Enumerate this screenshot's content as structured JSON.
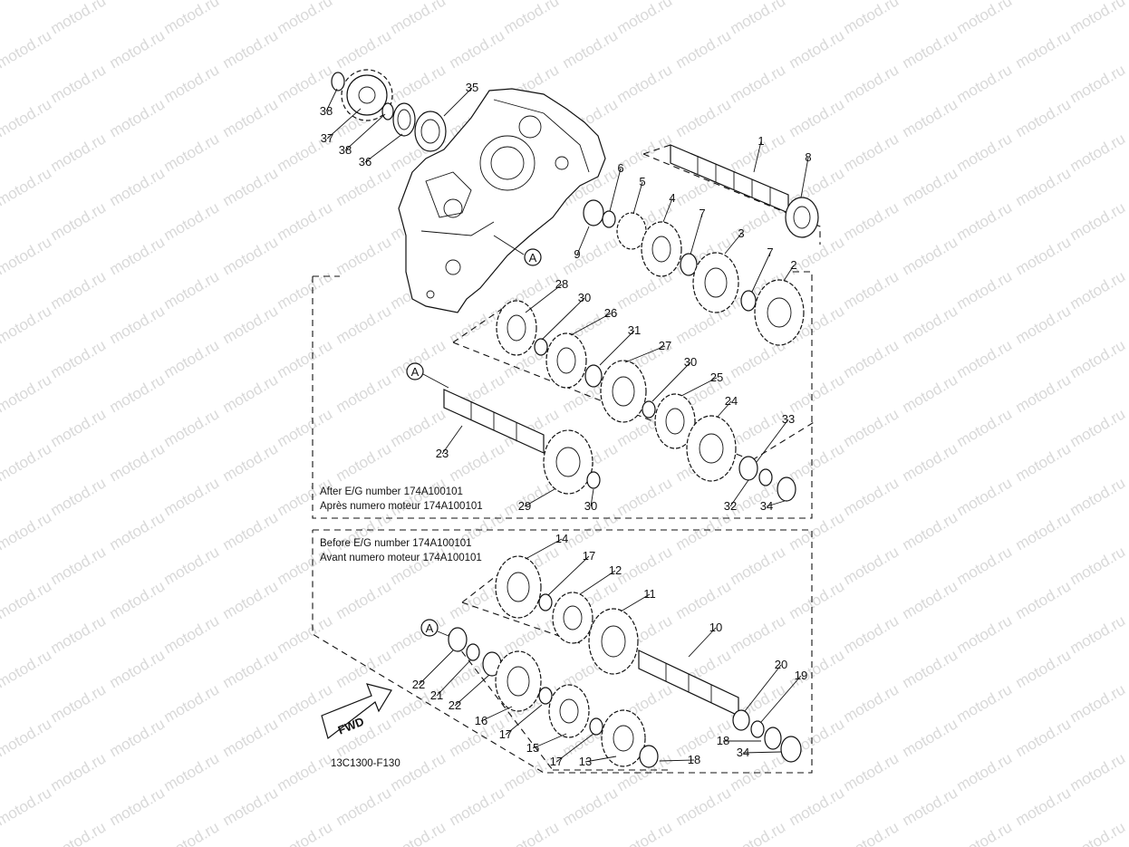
{
  "watermark": "motod.ru",
  "diagram_code": "13C1300-F130",
  "fwd_label": "FWD",
  "ref_marker": "A",
  "notes": {
    "after_en": "After E/G number 174A100101",
    "after_fr": "Après numero moteur 174A100101",
    "before_en": "Before E/G number 174A100101",
    "before_fr": "Avant numero moteur 174A100101"
  },
  "callouts": [
    "38",
    "37",
    "38",
    "36",
    "35",
    "1",
    "8",
    "6",
    "5",
    "4",
    "7",
    "9",
    "3",
    "7",
    "2",
    "28",
    "30",
    "26",
    "31",
    "27",
    "30",
    "25",
    "24",
    "33",
    "23",
    "29",
    "30",
    "32",
    "34",
    "14",
    "17",
    "12",
    "11",
    "10",
    "20",
    "19",
    "22",
    "21",
    "22",
    "16",
    "17",
    "15",
    "17",
    "13",
    "18",
    "18",
    "34"
  ]
}
